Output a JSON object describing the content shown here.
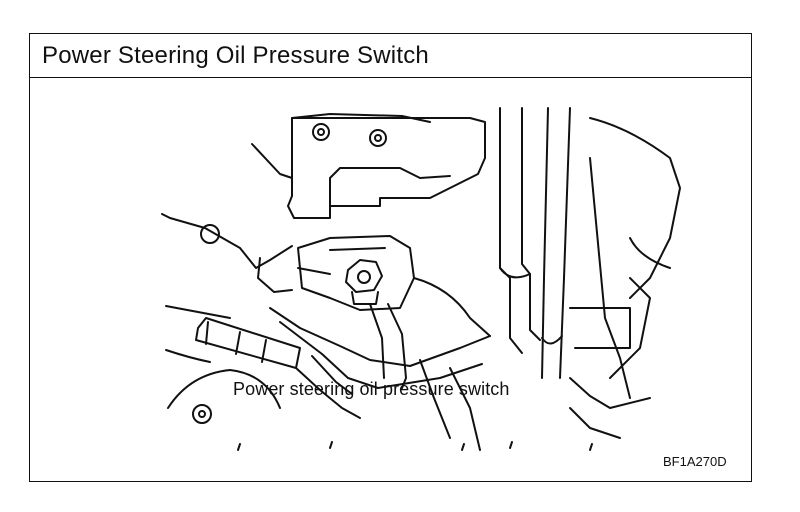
{
  "title": "Power Steering Oil Pressure Switch",
  "callout_label": "Power steering oil pressure switch",
  "figure_code": "BF1A270D",
  "icons": [
    "pressure-switch-hex-nut-icon",
    "bolt-icon",
    "pulley-icon",
    "connector-icon"
  ]
}
